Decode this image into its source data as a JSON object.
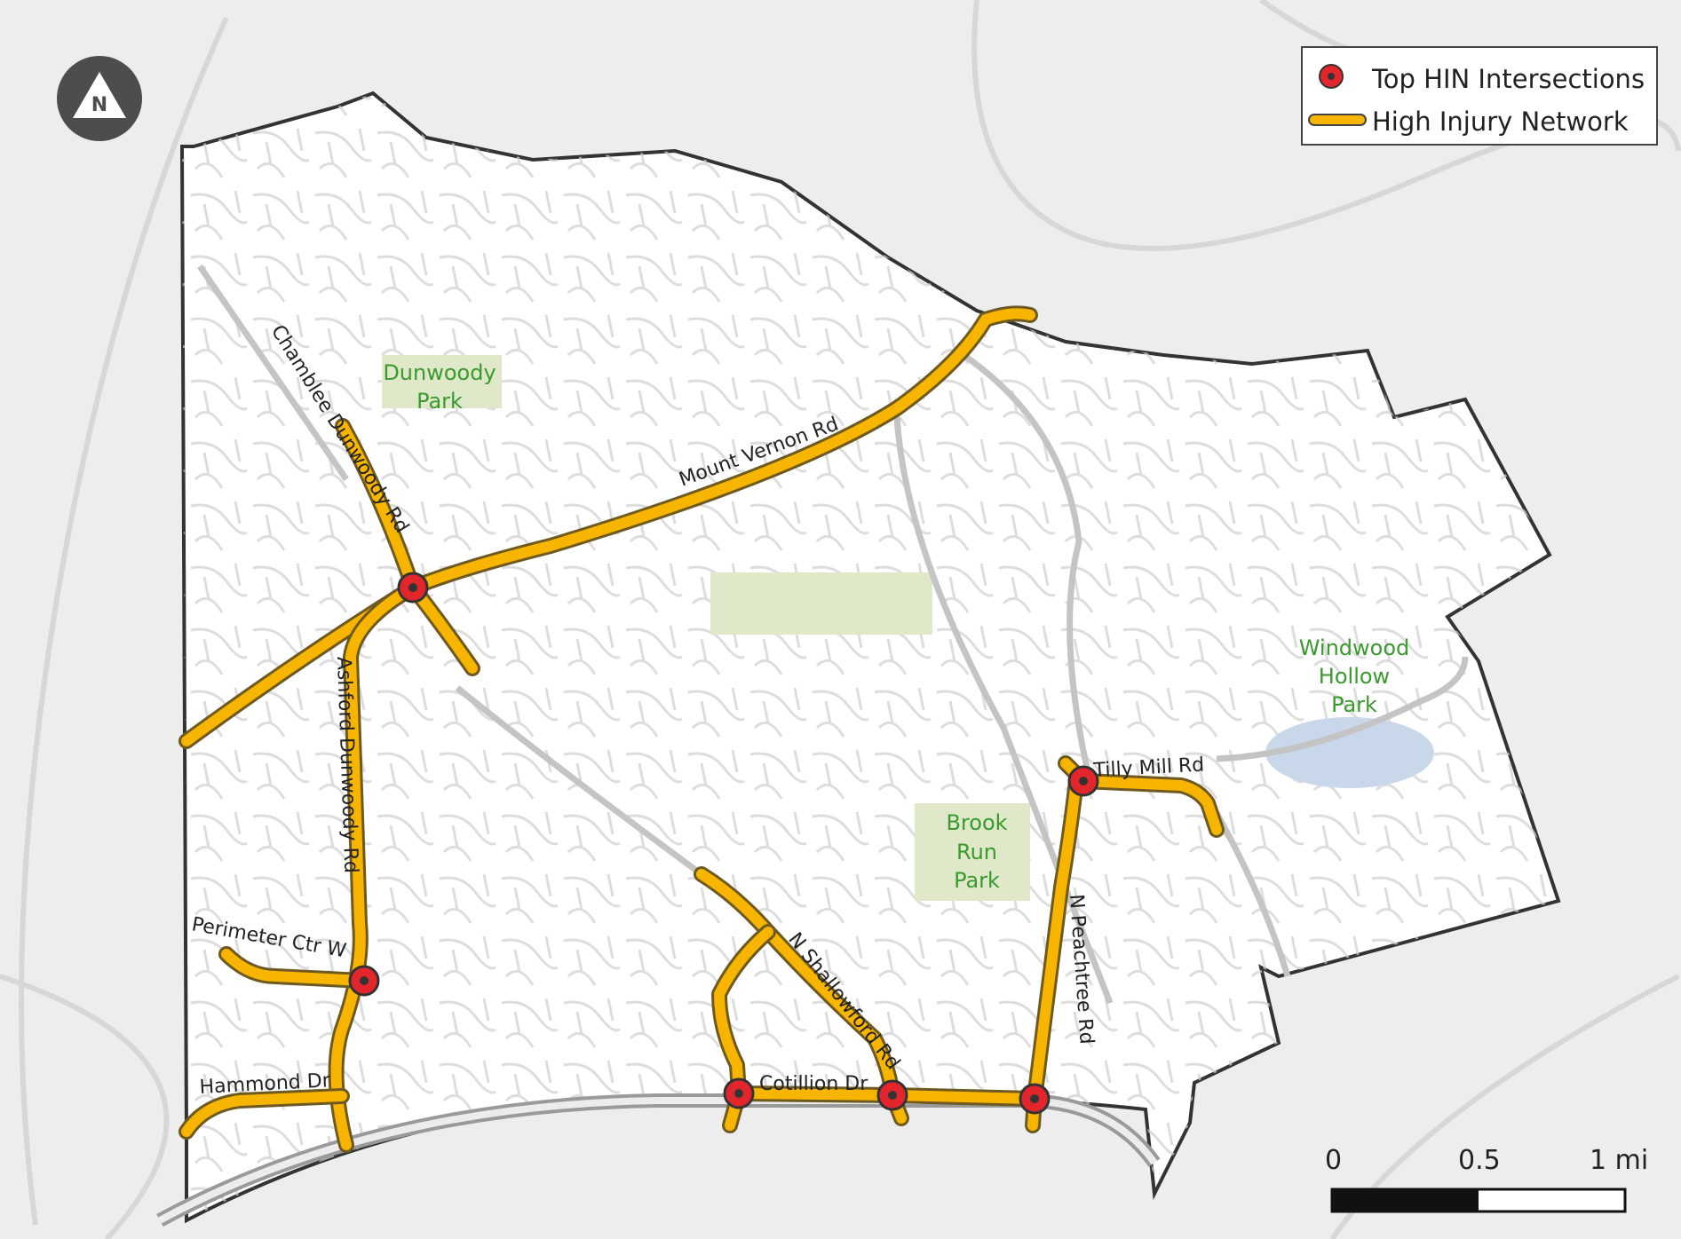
{
  "legend": {
    "intersections_label": "Top HIN Intersections",
    "network_label": "High Injury Network"
  },
  "north_arrow": {
    "label": "N"
  },
  "scale_bar": {
    "labels": [
      "0",
      "0.5",
      "1 mi"
    ]
  },
  "roads": {
    "chamblee": "Chamblee Dunwoody Rd",
    "mount_vernon": "Mount Vernon Rd",
    "ashford": "Ashford Dunwoody Rd",
    "perimeter": "Perimeter Ctr W",
    "hammond": "Hammond Dr",
    "cotillion": "Cotillion Dr",
    "shallowford": "N Shallowford Rd",
    "peachtree": "N Peachtree Rd",
    "tilly": "Tilly Mill Rd"
  },
  "parks": {
    "dunwoody": [
      "Dunwoody",
      "Park"
    ],
    "brook_run": [
      "Brook",
      "Run",
      "Park"
    ],
    "windwood": [
      "Windwood",
      "Hollow",
      "Park"
    ]
  },
  "colors": {
    "hin": "#f7b500",
    "intersection": "#e3262b",
    "park_label": "#3a9a2e",
    "park_fill": "#dfe8c8",
    "boundary": "#333333"
  }
}
